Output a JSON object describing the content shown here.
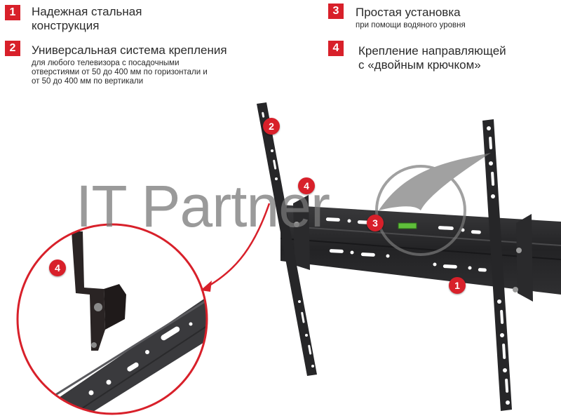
{
  "features": [
    {
      "number": "1",
      "title_line1": "Надежная стальная",
      "title_line2": "конструкция"
    },
    {
      "number": "2",
      "title": "Универсальная система крепления",
      "desc_line1": "для любого телевизора с посадочными",
      "desc_line2": "отверстиями от 50 до 400 мм по горизонтали и",
      "desc_line3": "от 50 до 400 мм  по вертикали"
    },
    {
      "number": "3",
      "title": "Простая установка",
      "desc": "при помощи водяного уровня"
    },
    {
      "number": "4",
      "title_line1": "Крепление направляющей",
      "title_line2": "с «двойным крючком»"
    }
  ],
  "callouts": {
    "c1": "1",
    "c2": "2",
    "c3": "3",
    "c4": "4",
    "c4_zoom": "4"
  },
  "watermark": {
    "text": "IT Partner"
  },
  "colors": {
    "accent_red": "#d8202a",
    "metal_dark": "#2a2a2c",
    "level_green": "#5fbf3a"
  }
}
